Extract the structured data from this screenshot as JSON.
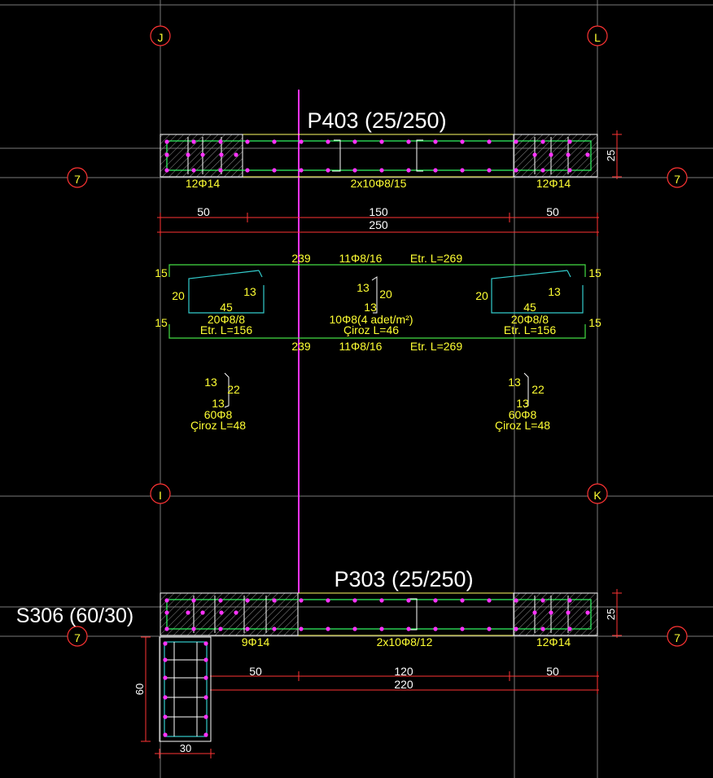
{
  "grid_labels": {
    "J": "J",
    "L": "L",
    "I": "I",
    "K": "K",
    "seven": "7"
  },
  "colors": {
    "background": "#000000",
    "grid": "#7a7a7a",
    "bar": "#33ff66",
    "dot": "#ff33ff",
    "dim": "#ff3333",
    "text": "#ffff33",
    "title": "#ffffff"
  },
  "p403": {
    "title": "P403 (25/250)",
    "left_bars": "12Φ14",
    "mid_stirrups": "2x10Φ8/15",
    "right_bars": "12Φ14",
    "height_dim": "25",
    "dims": {
      "left": "50",
      "mid": "150",
      "right": "50",
      "total": "250"
    }
  },
  "detail": {
    "top_count": "239",
    "top_bar": "11Φ8/16",
    "top_len": "Etr. L=269",
    "bot_count": "239",
    "bot_bar": "11Φ8/16",
    "bot_len": "Etr. L=269",
    "hook_left_top": "15",
    "hook_left_bot": "15",
    "hook_right_top": "15",
    "hook_right_bot": "15",
    "left_stirrup": {
      "side": "20",
      "hook": "13",
      "width": "45",
      "bar": "20Φ8/8",
      "len": "Etr. L=156"
    },
    "right_stirrup": {
      "side": "20",
      "hook": "13",
      "width": "45",
      "bar": "20Φ8/8",
      "len": "Etr. L=156"
    },
    "center_tie": {
      "top": "13",
      "side": "20",
      "bottom": "13",
      "bar": "10Φ8(4 adet/m²)",
      "len": "Çiroz L=46"
    },
    "left_tie": {
      "top": "13",
      "side": "22",
      "bottom": "13",
      "bar": "60Φ8",
      "len": "Çiroz L=48"
    },
    "right_tie": {
      "top": "13",
      "side": "22",
      "bottom": "13",
      "bar": "60Φ8",
      "len": "Çiroz L=48"
    }
  },
  "p303": {
    "title": "P303 (25/250)",
    "left_bars": "9Φ14",
    "mid_stirrups": "2x10Φ8/12",
    "right_bars": "12Φ14",
    "height_dim": "25",
    "dims": {
      "left": "50",
      "mid": "120",
      "right": "50",
      "total": "220"
    }
  },
  "s306": {
    "title": "S306 (60/30)",
    "height_dim": "60",
    "width_dim": "30"
  }
}
